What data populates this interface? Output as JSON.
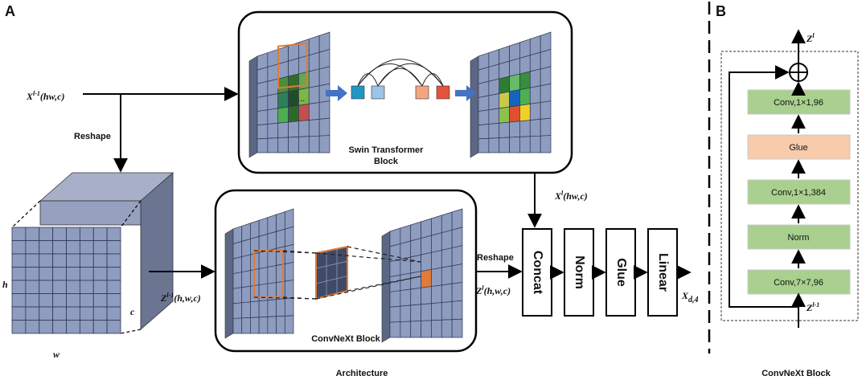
{
  "panels": {
    "a": "A",
    "b": "B"
  },
  "labels": {
    "input": "X",
    "input_sup": "l-1",
    "input_args": "(hw,c)",
    "reshape_top": "Reshape",
    "swin_line1": "Swin Transformer",
    "swin_line2": "Block",
    "convnext": "ConvNeXt Block",
    "dim_h": "h",
    "dim_w": "w",
    "dim_c": "c",
    "z_in": "Z",
    "z_in_sup": "l-1",
    "z_in_args": "(h,w,c)",
    "x_l": "X",
    "x_l_sup": "l",
    "x_l_args": "(hw,c)",
    "reshape_right": "Reshape",
    "z_l": "Z",
    "z_l_sup": "l",
    "z_l_args": "(h,w,c)",
    "output": "X",
    "output_sub": "d,4",
    "ellipsis": "...",
    "architecture": "Architecture",
    "b_title": "ConvNeXt Block",
    "b_z_out": "Z",
    "b_z_out_sup": "l",
    "b_z_in": "Z",
    "b_z_in_sup": "l-1"
  },
  "pipeline": [
    "Concat",
    "Norm",
    "Glue",
    "Linear"
  ],
  "convnext_stack": [
    {
      "label": "Conv,1×1,96",
      "color": "#a9d08e"
    },
    {
      "label": "Glue",
      "color": "#f8cbad"
    },
    {
      "label": "Conv,1×1,384",
      "color": "#a9d08e"
    },
    {
      "label": "Norm",
      "color": "#a9d08e"
    },
    {
      "label": "Conv,7×7,96",
      "color": "#a9d08e"
    }
  ],
  "colors": {
    "grid_face": "#8e9cbf",
    "grid_dark": "#5b6785",
    "highlight": "#e07b39",
    "arrow_blue": "#4472c4",
    "token_colors": [
      "#2196c4",
      "#9dc3e6",
      "#f4a582",
      "#e5533d"
    ],
    "swin_patch": [
      "#4a8f3a",
      "#2f6e27",
      "#64a84c",
      "#2e7d5b",
      "#1f4d2a",
      "#7ab648",
      "#4caf50",
      "#2d6a2a",
      "#c0504d"
    ],
    "swin_out": [
      "#2e7d32",
      "#66bb6a",
      "#388e3c",
      "#c9c94a",
      "#1565c0",
      "#4caf50",
      "#8bc34a",
      "#e05030",
      "#f2d024"
    ]
  }
}
